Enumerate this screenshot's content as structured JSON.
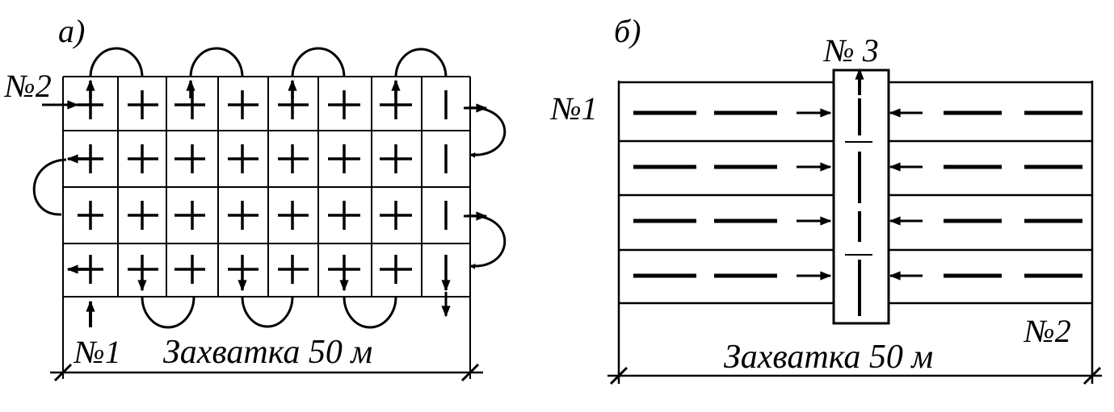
{
  "colors": {
    "ink": "#000000",
    "background": "#ffffff"
  },
  "panel_a": {
    "label": "а)",
    "path_start_label": "№2",
    "path_end_label": "№1",
    "caption": "Захватка 50 м"
  },
  "panel_b": {
    "label": "б)",
    "left_label": "№1",
    "center_label": "№ 3",
    "right_label": "№2",
    "caption": "Захватка 50 м"
  }
}
